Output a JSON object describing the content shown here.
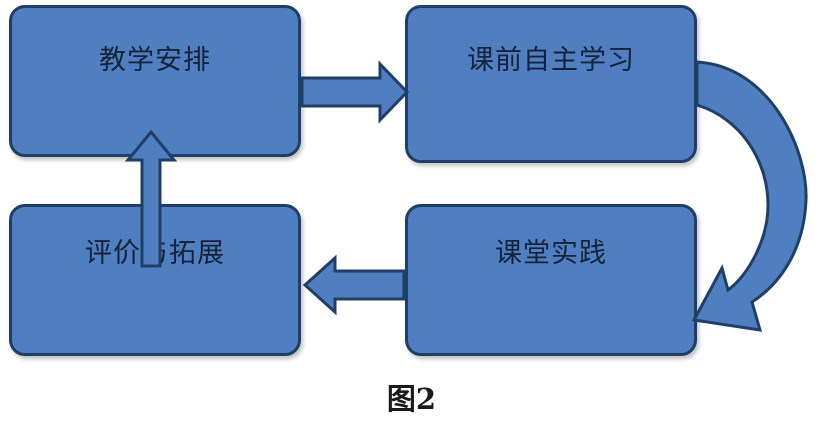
{
  "boxes": {
    "plan": "教学安排",
    "prep": "课前自主学习",
    "class": "课堂实践",
    "eval": "评价与拓展"
  },
  "caption": "图2",
  "colors": {
    "box_fill": "#4f7fc0",
    "box_border": "#1f3f66",
    "arrow_fill": "#4f7fc0",
    "arrow_stroke": "#1f3f66"
  }
}
